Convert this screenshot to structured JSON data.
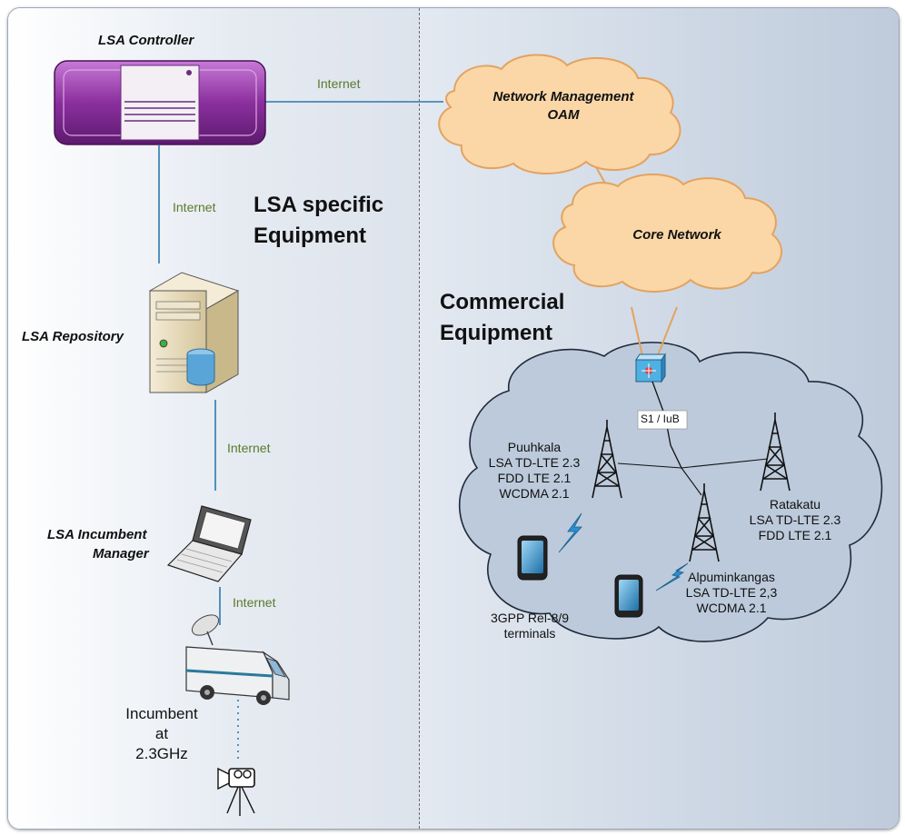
{
  "devices": {
    "controller": "LSA Controller",
    "repository": "LSA Repository",
    "incumbent_manager_line1": "LSA Incumbent",
    "incumbent_manager_line2": "Manager"
  },
  "links": {
    "internet_1": "Internet",
    "internet_2": "Internet",
    "internet_3": "Internet",
    "internet_4": "Internet",
    "s1_iub": "S1 / IuB"
  },
  "sections": {
    "lsa_specific_line1": "LSA specific",
    "lsa_specific_line2": "Equipment",
    "commercial_line1": "Commercial",
    "commercial_line2": "Equipment"
  },
  "clouds": {
    "nm_line1": "Network Management",
    "nm_line2": "OAM",
    "core": "Core Network"
  },
  "sites": {
    "puuhkala": [
      "Puuhkala",
      "LSA TD-LTE 2.3",
      "FDD LTE 2.1",
      "WCDMA 2.1"
    ],
    "ratakatu": [
      "Ratakatu",
      "LSA TD-LTE 2.3",
      "FDD LTE 2.1"
    ],
    "alpuminkangas": [
      "Alpuminkangas",
      "LSA TD-LTE 2,3",
      "WCDMA 2.1"
    ]
  },
  "terminals": {
    "line1": "3GPP Rel-8/9",
    "line2": "terminals"
  },
  "incumbent": {
    "line1": "Incumbent",
    "line2": "at",
    "line3": "2.3GHz"
  },
  "colors": {
    "controller": "#8b2f9e",
    "cloud_fill": "#fbd7a8",
    "cloud_stroke": "#e3a35e",
    "radio_cloud": "#bcc8d8",
    "line": "#2b7ab0",
    "internet_text": "#5a7a2a"
  }
}
